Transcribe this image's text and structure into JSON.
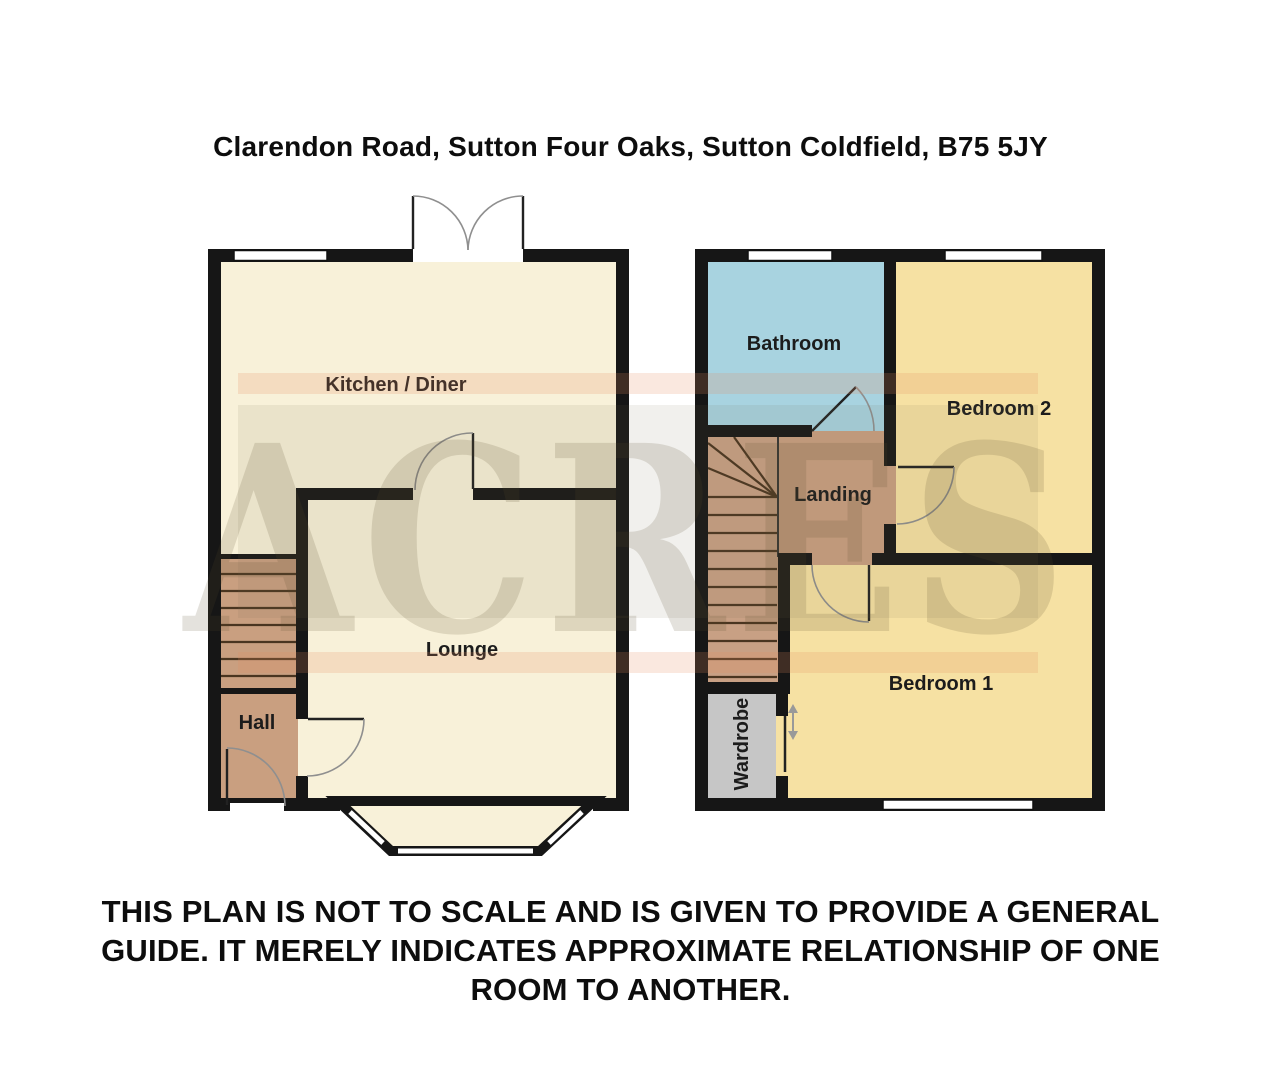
{
  "title": "Clarendon Road, Sutton Four Oaks, Sutton Coldfield, B75 5JY",
  "watermark": {
    "text": "ACRES"
  },
  "ground_floor": {
    "kitchen_diner": "Kitchen / Diner",
    "lounge": "Lounge",
    "hall": "Hall"
  },
  "first_floor": {
    "bathroom": "Bathroom",
    "bedroom_2": "Bedroom 2",
    "landing": "Landing",
    "bedroom_1": "Bedroom 1",
    "wardrobe": "Wardrobe"
  },
  "disclaimer": {
    "line_1": "THIS PLAN IS NOT TO SCALE AND IS GIVEN TO PROVIDE A GENERAL",
    "line_2": "GUIDE. IT MERELY INDICATES APPROXIMATE RELATIONSHIP OF ONE",
    "line_3": "ROOM TO ANOTHER."
  },
  "palette": {
    "floor_cream": "#f8f1d9",
    "bedroom_yellow": "#f6e1a3",
    "bathroom_blue": "#a8d3e0",
    "hall_brown": "#c99f80",
    "stairs_brown": "#c8a084",
    "wardrobe_grey": "#c6c6c6",
    "wall_black": "#161616",
    "watermark_tint": "#d8d0ae",
    "watermark_band_pink": "#f5ddcd"
  }
}
